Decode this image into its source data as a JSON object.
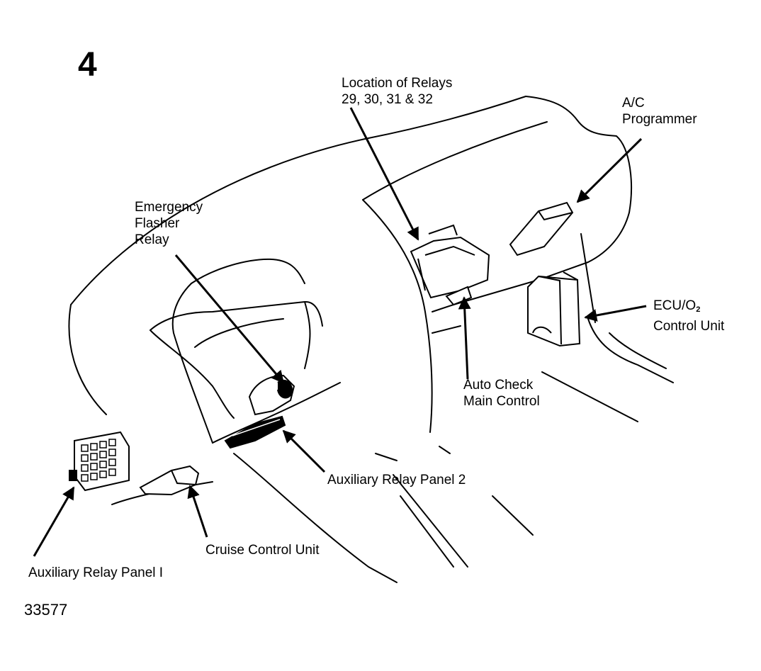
{
  "figure_number": "4",
  "reference_code": "33577",
  "labels": {
    "relays_location": {
      "line1": "Location of Relays",
      "line2": "29, 30, 31 & 32"
    },
    "ac_programmer": {
      "line1": "A/C",
      "line2": "Programmer"
    },
    "emergency_flasher": {
      "line1": "Emergency",
      "line2": "Flasher",
      "line3": "Relay"
    },
    "ecu": {
      "line1_prefix": "ECU/O",
      "line1_sub": "2",
      "line2": "Control Unit"
    },
    "auto_check": {
      "line1": "Auto Check",
      "line2": "Main Control"
    },
    "aux_panel_2": "Auxiliary Relay Panel 2",
    "cruise_control": "Cruise Control Unit",
    "aux_panel_1": "Auxiliary Relay Panel I"
  }
}
